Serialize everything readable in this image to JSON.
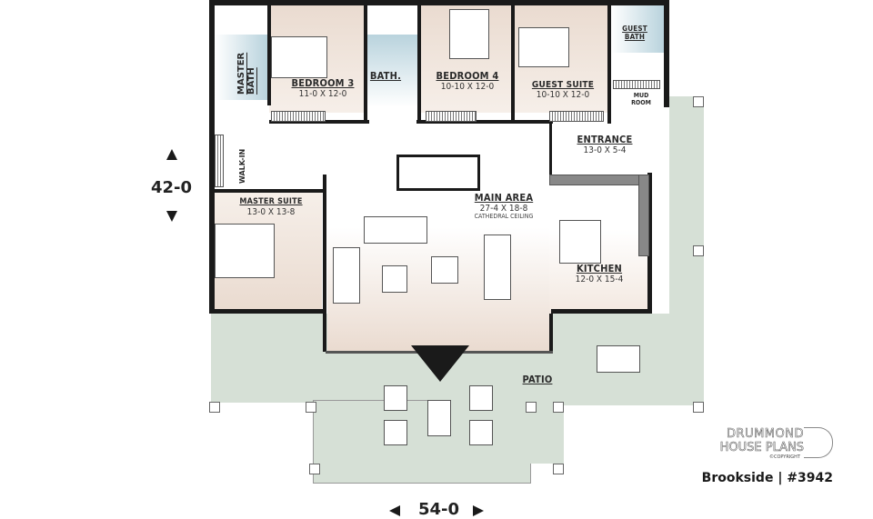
{
  "plan": {
    "name": "Brookside",
    "number": "#3942",
    "caption": "Brookside | #3942",
    "overall_width": "54-0",
    "overall_depth": "42-0"
  },
  "brand": {
    "line1": "DRUMMOND",
    "line2": "HOUSE PLANS",
    "copyright": "©COPYRIGHT"
  },
  "rooms": {
    "master_bath": {
      "name": "MASTER BATH"
    },
    "bedroom3": {
      "name": "BEDROOM 3",
      "dim": "11-0 X 12-0"
    },
    "bath": {
      "name": "BATH."
    },
    "bedroom4": {
      "name": "BEDROOM 4",
      "dim": "10-10 X 12-0"
    },
    "guest_suite": {
      "name": "GUEST SUITE",
      "dim": "10-10 X 12-0"
    },
    "guest_bath": {
      "line1": "GUEST",
      "line2": "BATH"
    },
    "mud_room": {
      "line1": "MUD",
      "line2": "ROOM"
    },
    "walk_in": {
      "name": "WALK-IN"
    },
    "entrance": {
      "name": "ENTRANCE",
      "dim": "13-0 X 5-4"
    },
    "master_suite": {
      "name": "MASTER SUITE",
      "dim": "13-0 X 13-8"
    },
    "main_area": {
      "name": "MAIN AREA",
      "dim": "27-4 X 18-8",
      "note": "CATHEDRAL CEILING"
    },
    "kitchen": {
      "name": "KITCHEN",
      "dim": "12-0 X 15-4"
    },
    "patio": {
      "name": "PATIO"
    }
  },
  "colors": {
    "bedroom": "#eadbd0",
    "bath": "#b9d3dd",
    "patio": "#d6e0d6",
    "wall": "#1a1a1a",
    "white": "#ffffff"
  }
}
